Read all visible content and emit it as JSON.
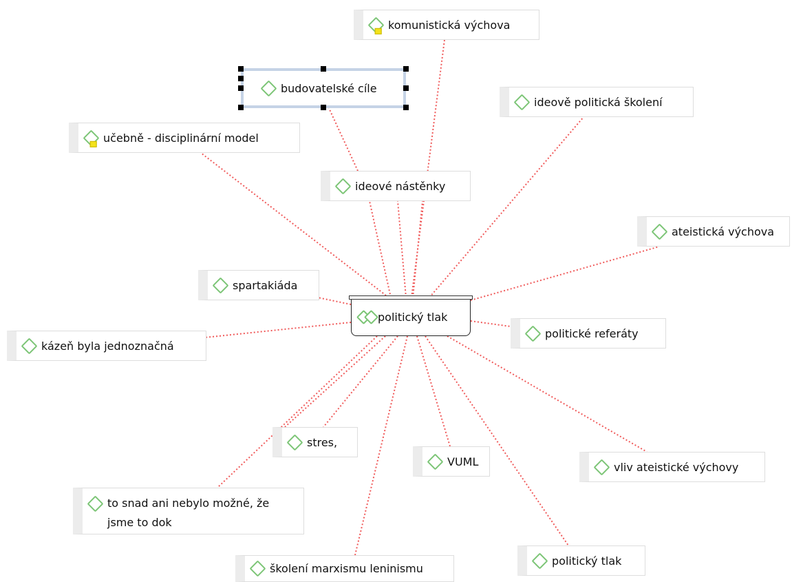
{
  "center": {
    "label": "politický tlak"
  },
  "selected": {
    "label": "budovatelské cíle"
  },
  "nodes": [
    {
      "label": "komunistická výchova",
      "memo": true
    },
    {
      "label": "ideově politická školení"
    },
    {
      "label": "učebně - disciplinární model",
      "memo": true
    },
    {
      "label": "ideové nástěnky"
    },
    {
      "label": "ateistická výchova"
    },
    {
      "label": "spartakiáda"
    },
    {
      "label": "kázeň byla jednoznačná"
    },
    {
      "label": "politické referáty"
    },
    {
      "label": "stres,"
    },
    {
      "label": "VUML"
    },
    {
      "label": "vliv ateistické výchovy"
    },
    {
      "label": "to snad ani nebylo možné, že jsme to dok"
    },
    {
      "label": "politický tlak"
    },
    {
      "label": "školení marxismu leninismu"
    }
  ],
  "colors": {
    "link": "#f05a5a",
    "code_icon": "#7cc576",
    "memo_icon": "#f3e21b"
  }
}
